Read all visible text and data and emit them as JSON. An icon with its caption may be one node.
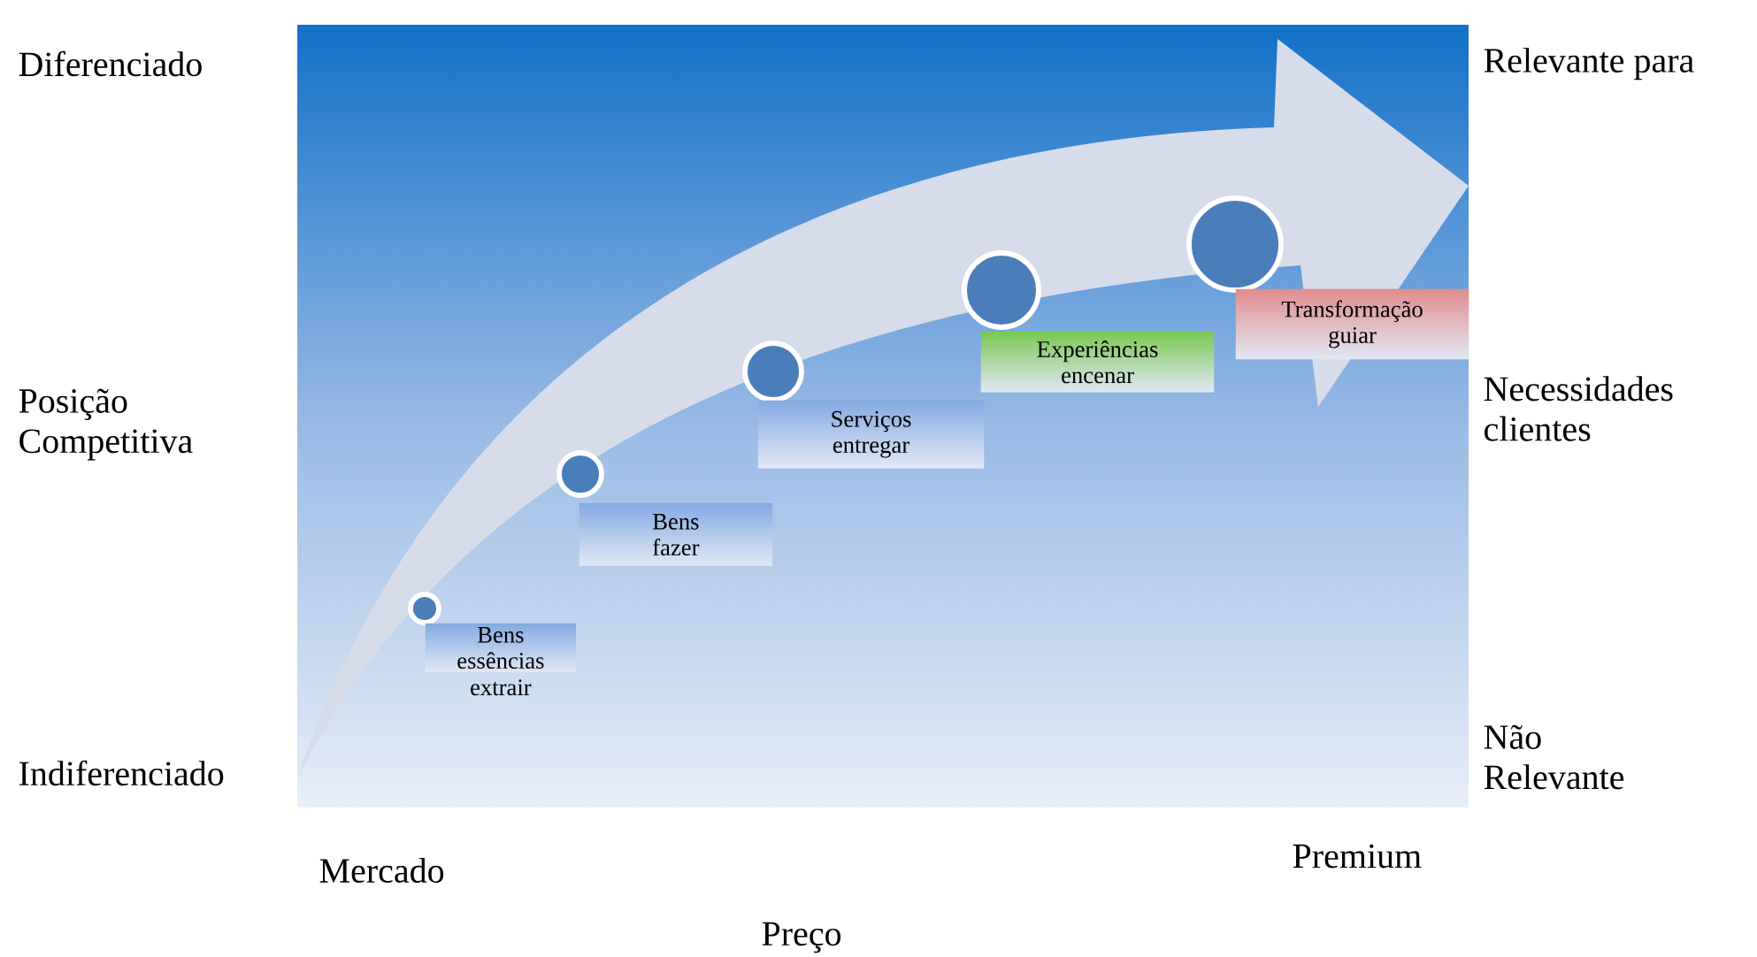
{
  "diagram": {
    "nodes": [
      {
        "text": [
          "Bens",
          "essências"
        ],
        "beside": [
          "extrair"
        ]
      },
      {
        "text": [
          "Bens",
          "fazer"
        ]
      },
      {
        "text": [
          "Serviços",
          "entregar"
        ]
      },
      {
        "text": [
          "Experiências",
          "encenar"
        ]
      },
      {
        "text": [
          "Transformação",
          "guiar"
        ]
      }
    ],
    "labels": [
      "Diferenciado",
      "Posição Competitiva",
      "Indiferenciado",
      "Relevante para",
      "Necessidades clientes",
      "Não Relevante",
      "Mercado",
      "Premium",
      "Preço"
    ]
  }
}
